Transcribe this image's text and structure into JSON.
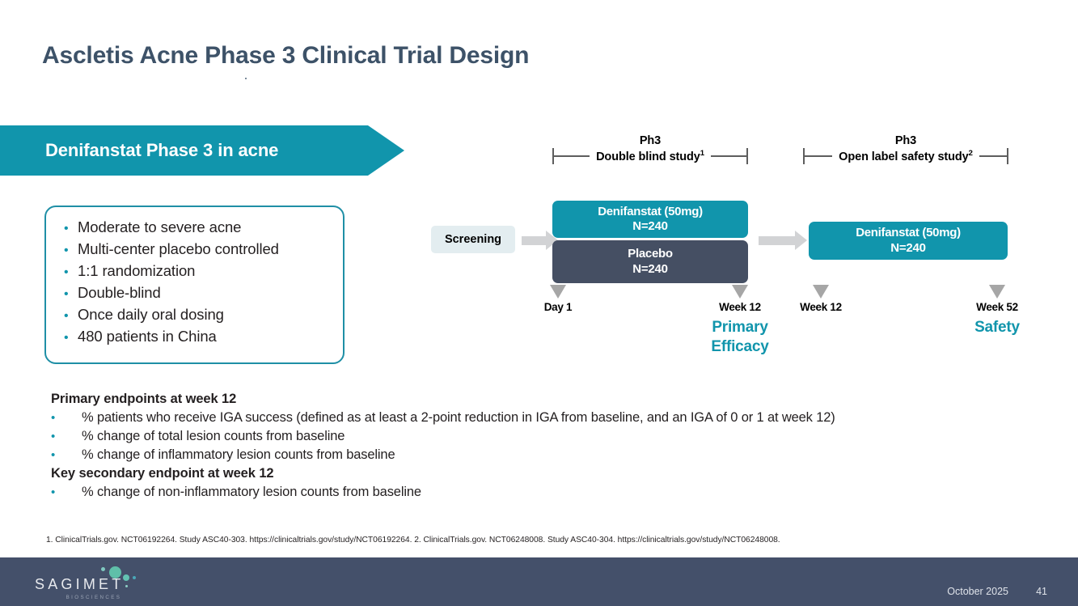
{
  "slide": {
    "title": "Ascletis Acne Phase 3 Clinical Trial Design",
    "banner_label": "Denifanstat Phase 3 in acne"
  },
  "colors": {
    "teal": "#1195ac",
    "navy": "#454f63",
    "title_blue": "#3d5268",
    "footer_bg": "#44506a",
    "screening_bg": "#e3edf0",
    "arrow_gray": "#d2d3d5",
    "marker_gray": "#a6a6a6"
  },
  "bullets": [
    "Moderate to severe acne",
    "Multi-center placebo controlled",
    "1:1 randomization",
    "Double-blind",
    "Once daily oral dosing",
    "480 patients in China"
  ],
  "diagram": {
    "phase_headers": [
      {
        "title": "Ph3",
        "label": "Double blind study",
        "footnote_marker": "1"
      },
      {
        "title": "Ph3",
        "label": "Open label safety study",
        "footnote_marker": "2"
      }
    ],
    "screening_label": "Screening",
    "boxes": [
      {
        "name": "denifanstat-double-blind",
        "line1": "Denifanstat (50mg)",
        "line2": "N=240",
        "color": "#1195ac"
      },
      {
        "name": "placebo-double-blind",
        "line1": "Placebo",
        "line2": "N=240",
        "color": "#454f63"
      },
      {
        "name": "denifanstat-open-label",
        "line1": "Denifanstat (50mg)",
        "line2": "N=240",
        "color": "#1195ac"
      }
    ],
    "timeline": [
      {
        "label": "Day 1",
        "sub": ""
      },
      {
        "label": "Week 12",
        "sub": "Primary\nEfficacy"
      },
      {
        "label": "Week 12",
        "sub": ""
      },
      {
        "label": "Week 52",
        "sub": "Safety"
      }
    ]
  },
  "endpoints": {
    "primary_heading": "Primary endpoints at week 12",
    "primary_items": [
      "% patients who receive IGA success (defined as at least a 2-point reduction in IGA from baseline, and an IGA of 0 or 1 at week 12)",
      "% change of total lesion counts from baseline",
      "% change of inflammatory lesion counts from baseline"
    ],
    "secondary_heading": "Key secondary endpoint at week 12",
    "secondary_items": [
      "% change of non-inflammatory lesion counts from baseline"
    ]
  },
  "footnote": "1. ClinicalTrials.gov. NCT06192264. Study ASC40-303. https://clinicaltrials.gov/study/NCT06192264. 2. ClinicalTrials.gov. NCT06248008. Study ASC40-304. https://clinicaltrials.gov/study/NCT06248008.",
  "footer": {
    "logo_word": "SAGIMET",
    "logo_sub": "BIOSCIENCES",
    "date": "October 2025",
    "page": "41"
  }
}
